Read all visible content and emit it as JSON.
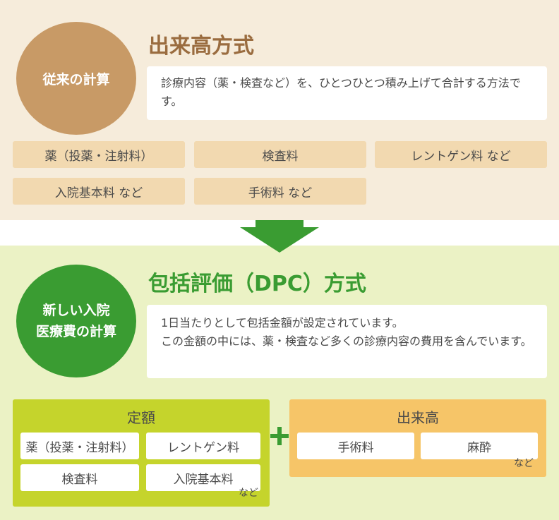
{
  "old_method": {
    "circle_label": "従来の計算",
    "heading": "出来高方式",
    "description": "診療内容（薬・検査など）を、ひとつひとつ積み上げて合計する方法です。",
    "items": [
      "薬（投薬・注射料）",
      "検査料",
      "レントゲン料 など",
      "入院基本料 など",
      "手術料 など"
    ]
  },
  "new_method": {
    "circle_label_line1": "新しい入院",
    "circle_label_line2": "医療費の計算",
    "heading": "包括評価（DPC）方式",
    "description_line1": "1日当たりとして包括金額が設定されています。",
    "description_line2": "この金額の中には、薬・検査など多くの診療内容の費用を含んでいます。",
    "fixed": {
      "title": "定額",
      "items": [
        "薬（投薬・注射料）",
        "レントゲン料",
        "検査料",
        "入院基本料"
      ],
      "etc": "など"
    },
    "plus": "+",
    "actual": {
      "title": "出来高",
      "items": [
        "手術料",
        "麻酔"
      ],
      "etc": "など"
    }
  },
  "colors": {
    "top_bg": "#f6ecdb",
    "bottom_bg": "#ebf2c5",
    "old_circle": "#c89a66",
    "new_circle": "#3a9c32",
    "arrow": "#3a9c32",
    "fixed_box": "#c5d42c",
    "actual_box": "#f6c568",
    "chip": "#f2d9b0"
  }
}
